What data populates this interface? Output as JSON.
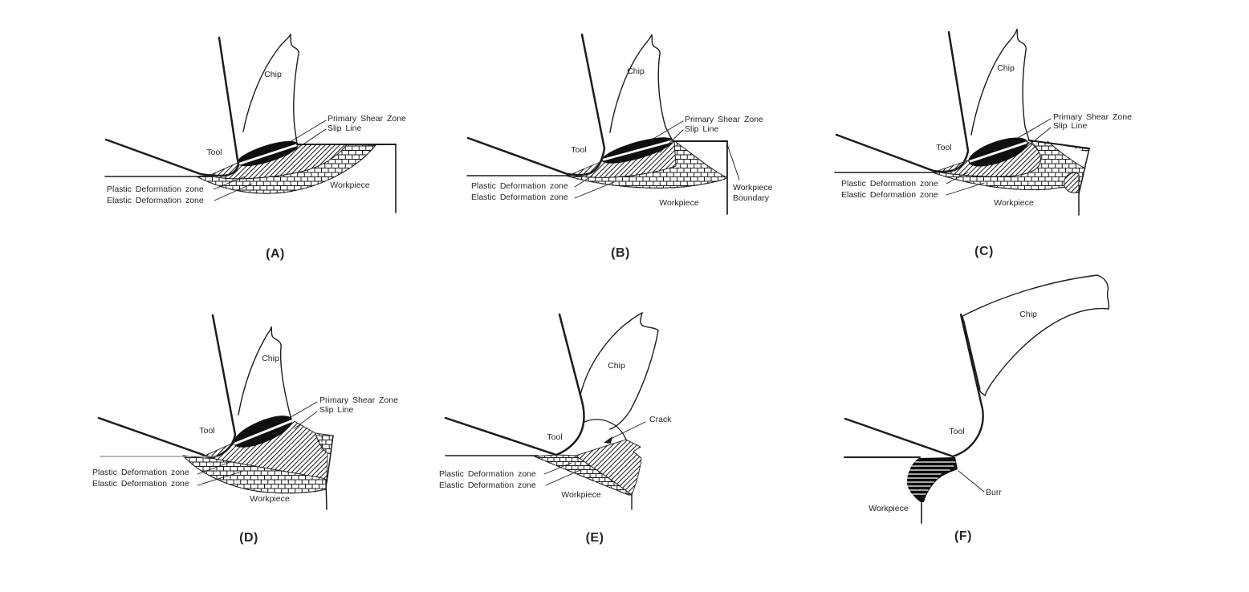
{
  "figure": {
    "description": "Six-panel schematic of chip formation and deformation zones in machining",
    "background": "#ffffff",
    "ink_color": "#1c1c1c",
    "text_color": "#262626",
    "shear_zone_fill": "#101010"
  },
  "panels": [
    {
      "id": "A",
      "caption": "(A)",
      "labels": {
        "chip": "Chip",
        "tool": "Tool",
        "primary_shear_zone": "Primary Shear Zone",
        "slip_line": "Slip Line",
        "plastic_zone": "Plastic Deformation zone",
        "elastic_zone": "Elastic Deformation zone",
        "workpiece": "Workpiece"
      }
    },
    {
      "id": "B",
      "caption": "(B)",
      "labels": {
        "chip": "Chip",
        "tool": "Tool",
        "primary_shear_zone": "Primary Shear Zone",
        "slip_line": "Slip Line",
        "plastic_zone": "Plastic Deformation zone",
        "elastic_zone": "Elastic Deformation zone",
        "workpiece": "Workpiece",
        "workpiece_boundary_1": "Workpiece",
        "workpiece_boundary_2": "Boundary"
      }
    },
    {
      "id": "C",
      "caption": "(C)",
      "labels": {
        "chip": "Chip",
        "tool": "Tool",
        "primary_shear_zone": "Primary Shear Zone",
        "slip_line": "Slip Line",
        "plastic_zone": "Plastic Deformation zone",
        "elastic_zone": "Elastic Deformation zone",
        "workpiece": "Workpiece"
      }
    },
    {
      "id": "D",
      "caption": "(D)",
      "labels": {
        "chip": "Chip",
        "tool": "Tool",
        "primary_shear_zone": "Primary Shear Zone",
        "slip_line": "Slip Line",
        "plastic_zone": "Plastic Deformation zone",
        "elastic_zone": "Elastic Deformation zone",
        "workpiece": "Workpiece"
      }
    },
    {
      "id": "E",
      "caption": "(E)",
      "labels": {
        "chip": "Chip",
        "tool": "Tool",
        "crack": "Crack",
        "plastic_zone": "Plastic Deformation zone",
        "elastic_zone": "Elastic Deformation zone",
        "workpiece": "Workpiece"
      }
    },
    {
      "id": "F",
      "caption": "(F)",
      "labels": {
        "chip": "Chip",
        "tool": "Tool",
        "burr": "Burr",
        "workpiece": "Workpiece"
      }
    }
  ]
}
